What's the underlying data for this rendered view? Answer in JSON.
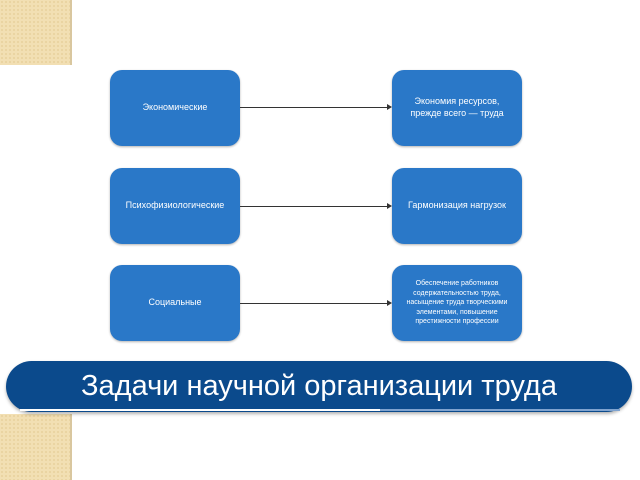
{
  "diagram": {
    "rows": [
      {
        "source": "Экономические",
        "target": "Экономия ресурсов, прежде всего — труда"
      },
      {
        "source": "Психофизиологические",
        "target": "Гармонизация нагрузок"
      },
      {
        "source": "Социальные",
        "target": "Обеспечение работников содержательностью труда, насыщение труда творческими элементами, повышение престижности профессии"
      }
    ]
  },
  "title": "Задачи научной организации труда",
  "colors": {
    "box": "#2a78c8",
    "banner": "#0b4a8c",
    "accent": "#f2dfb3"
  }
}
